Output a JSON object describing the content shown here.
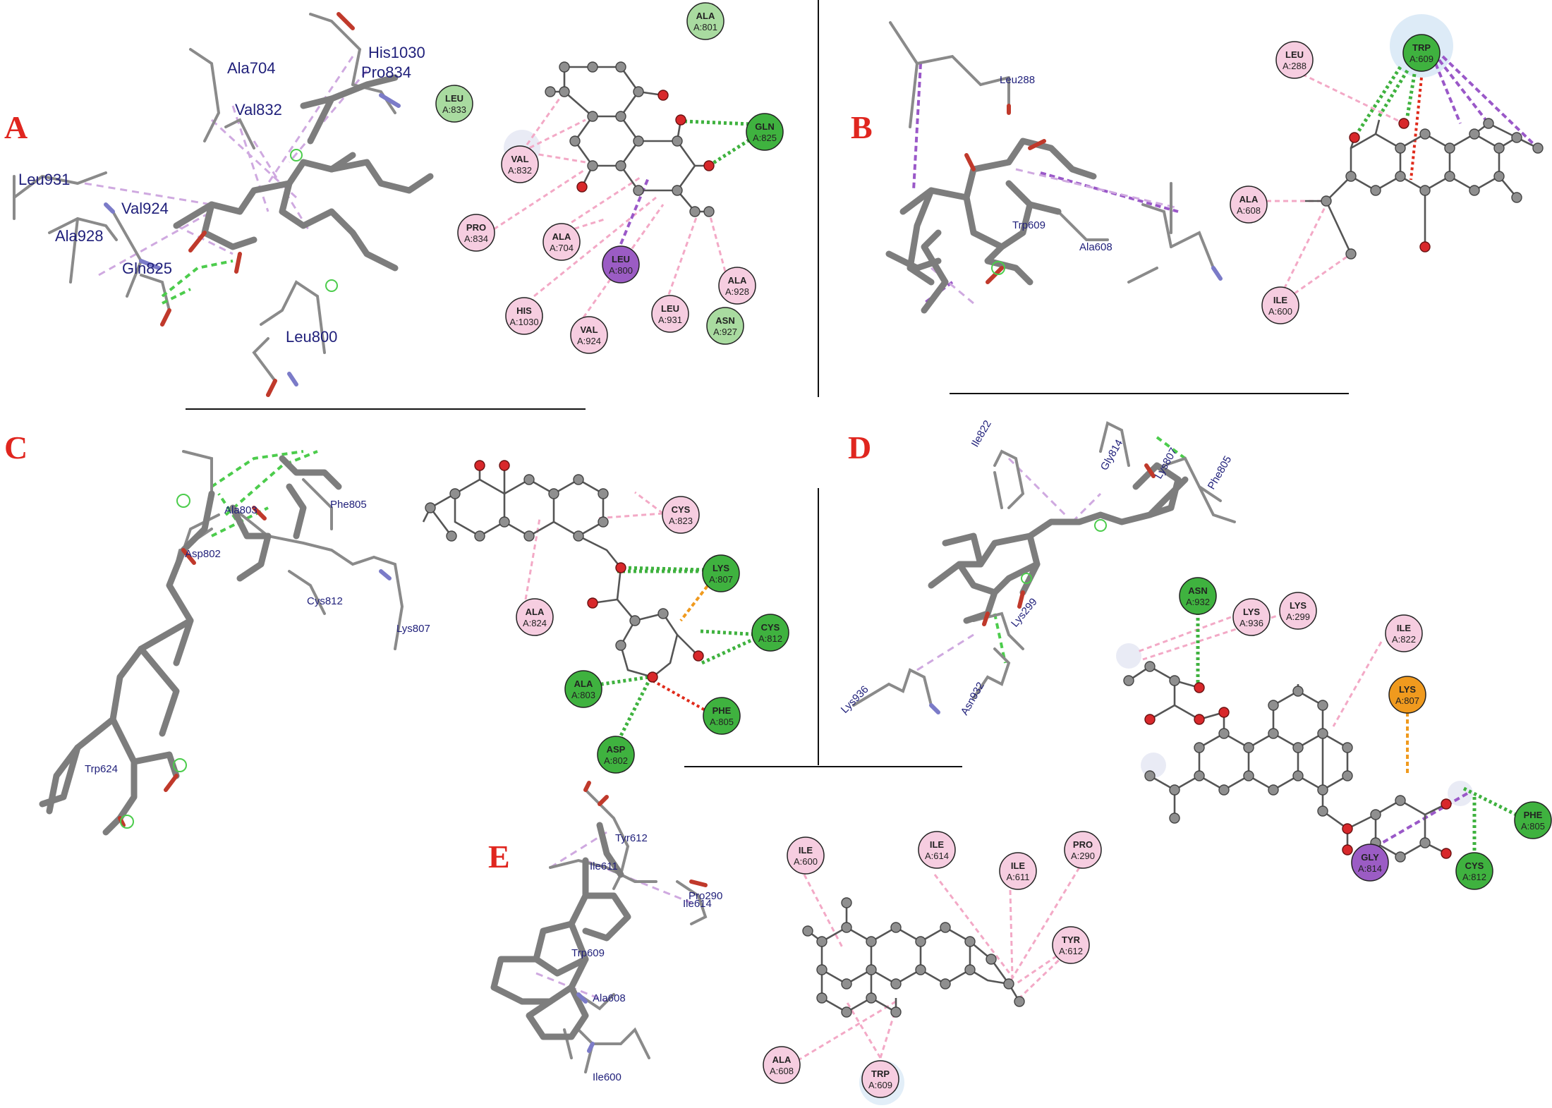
{
  "panels": [
    {
      "label": "A",
      "stick_labels": [
        "Ala704",
        "His1030",
        "Pro834",
        "Val832",
        "Leu931",
        "Val924",
        "Ala928",
        "Gln825",
        "Leu800"
      ],
      "residues_2d": [
        {
          "name": "ALA",
          "id": "A:801",
          "type": "vdw"
        },
        {
          "name": "LEU",
          "id": "A:833",
          "type": "vdw"
        },
        {
          "name": "GLN",
          "id": "A:825",
          "type": "hbond"
        },
        {
          "name": "VAL",
          "id": "A:832",
          "type": "alkyl"
        },
        {
          "name": "PRO",
          "id": "A:834",
          "type": "alkyl"
        },
        {
          "name": "ALA",
          "id": "A:704",
          "type": "alkyl"
        },
        {
          "name": "LEU",
          "id": "A:800",
          "type": "pi-sigma"
        },
        {
          "name": "HIS",
          "id": "A:1030",
          "type": "alkyl"
        },
        {
          "name": "VAL",
          "id": "A:924",
          "type": "alkyl"
        },
        {
          "name": "LEU",
          "id": "A:931",
          "type": "alkyl"
        },
        {
          "name": "ALA",
          "id": "A:928",
          "type": "alkyl"
        },
        {
          "name": "ASN",
          "id": "A:927",
          "type": "vdw"
        }
      ]
    },
    {
      "label": "B",
      "stick_labels": [
        "Leu288",
        "Trp609",
        "Ala608"
      ],
      "residues_2d": [
        {
          "name": "LEU",
          "id": "A:288",
          "type": "alkyl"
        },
        {
          "name": "TRP",
          "id": "A:609",
          "type": "hbond"
        },
        {
          "name": "ALA",
          "id": "A:608",
          "type": "alkyl"
        },
        {
          "name": "ILE",
          "id": "A:600",
          "type": "alkyl"
        }
      ]
    },
    {
      "label": "C",
      "stick_labels": [
        "Ala803",
        "Phe805",
        "Asp802",
        "Lys807",
        "Cys812",
        "Trp624"
      ],
      "residues_2d": [
        {
          "name": "CYS",
          "id": "A:823",
          "type": "alkyl"
        },
        {
          "name": "LYS",
          "id": "A:807",
          "type": "hbond"
        },
        {
          "name": "ALA",
          "id": "A:824",
          "type": "alkyl"
        },
        {
          "name": "CYS",
          "id": "A:812",
          "type": "hbond"
        },
        {
          "name": "ALA",
          "id": "A:803",
          "type": "hbond"
        },
        {
          "name": "PHE",
          "id": "A:805",
          "type": "hbond"
        },
        {
          "name": "ASP",
          "id": "A:802",
          "type": "hbond"
        }
      ]
    },
    {
      "label": "D",
      "stick_labels": [
        "Ile822",
        "Gly814",
        "Lys807",
        "Phe805",
        "Lys299",
        "Lys936",
        "Asn932"
      ],
      "residues_2d": [
        {
          "name": "ASN",
          "id": "A:932",
          "type": "hbond"
        },
        {
          "name": "LYS",
          "id": "A:936",
          "type": "alkyl"
        },
        {
          "name": "LYS",
          "id": "A:299",
          "type": "alkyl"
        },
        {
          "name": "ILE",
          "id": "A:822",
          "type": "alkyl"
        },
        {
          "name": "LYS",
          "id": "A:807",
          "type": "pi-cation"
        },
        {
          "name": "PHE",
          "id": "A:805",
          "type": "hbond"
        },
        {
          "name": "GLY",
          "id": "A:814",
          "type": "pi-sigma"
        },
        {
          "name": "CYS",
          "id": "A:812",
          "type": "hbond"
        }
      ]
    },
    {
      "label": "E",
      "stick_labels": [
        "Tyr612",
        "Ile611",
        "Pro290",
        "Ile614",
        "Trp609",
        "Ala608",
        "Ile600"
      ],
      "residues_2d": [
        {
          "name": "ILE",
          "id": "A:600",
          "type": "alkyl"
        },
        {
          "name": "ILE",
          "id": "A:614",
          "type": "alkyl"
        },
        {
          "name": "ILE",
          "id": "A:611",
          "type": "alkyl"
        },
        {
          "name": "PRO",
          "id": "A:290",
          "type": "alkyl"
        },
        {
          "name": "TYR",
          "id": "A:612",
          "type": "alkyl"
        },
        {
          "name": "ALA",
          "id": "A:608",
          "type": "alkyl"
        },
        {
          "name": "TRP",
          "id": "A:609",
          "type": "alkyl"
        }
      ]
    }
  ],
  "colors": {
    "panel_label": "#e0261f",
    "hbond": "#3fb23f",
    "vdw": "#a9dba0",
    "alkyl": "#f6cde0",
    "pi-sigma": "#9b5cc4",
    "pi-cation": "#f09a1e"
  }
}
